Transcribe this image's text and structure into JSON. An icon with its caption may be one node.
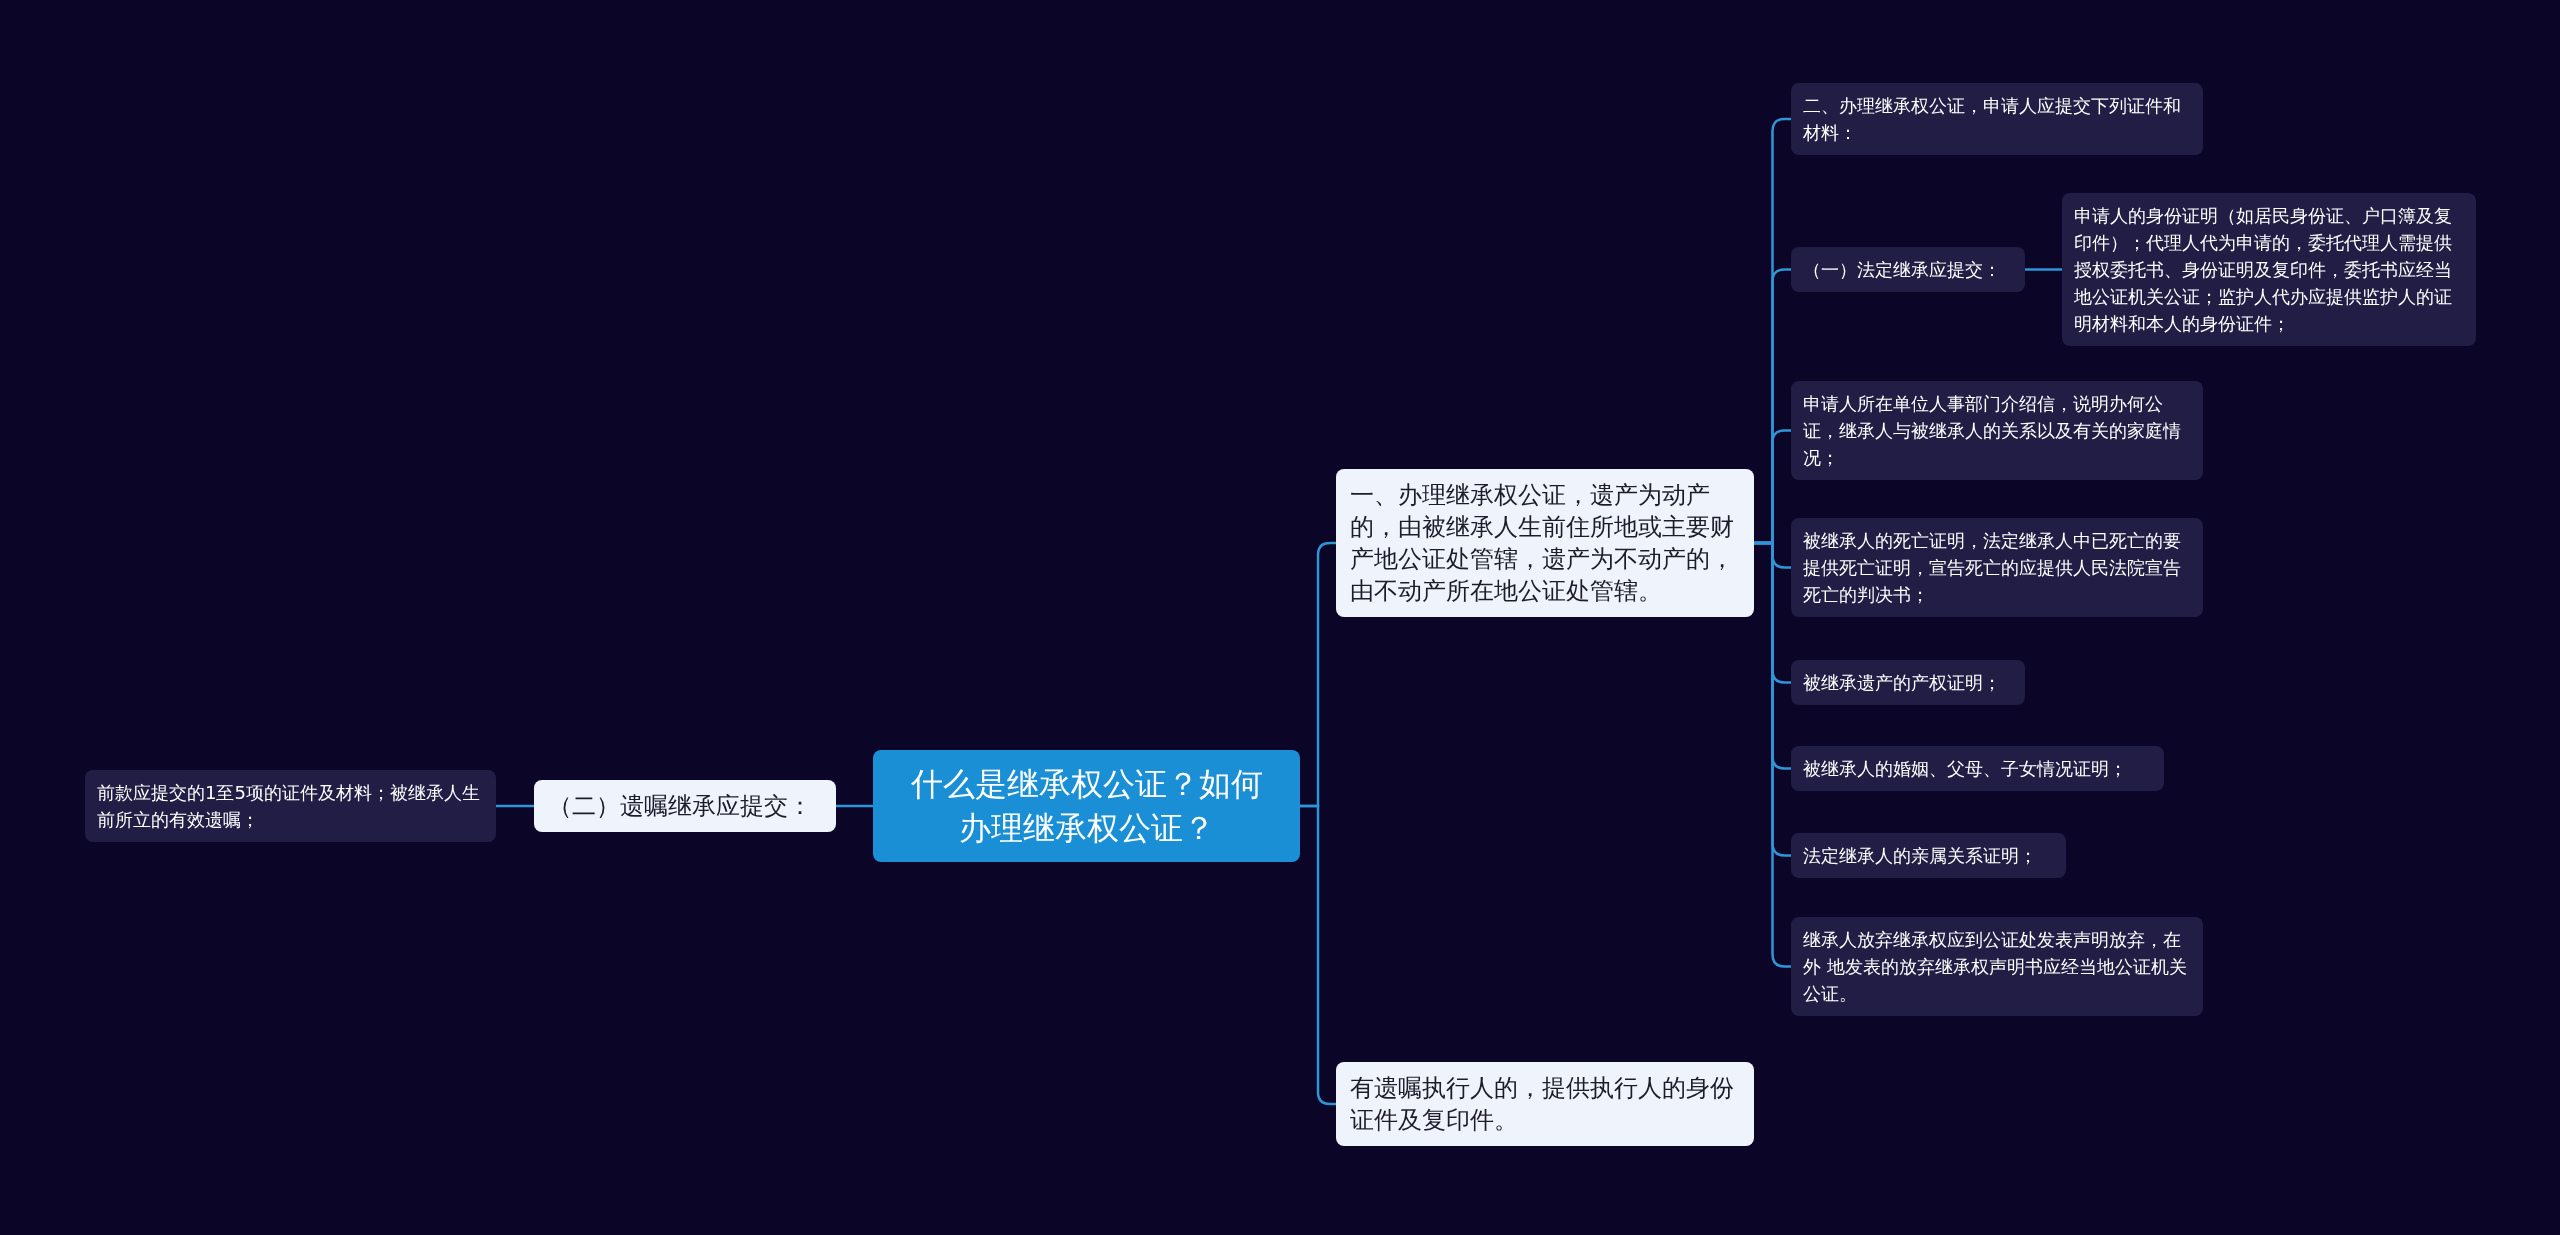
{
  "diagram": {
    "nodes": [
      {
        "text": [
          "什么是继承权公证？如何办理继承权公证？"
        ]
      },
      {
        "text": [
          "一、办理继承权公证，遗产为动产的，由被继承人生前住所地或主要财产地公证处管辖，遗产为不动产的，由不动产所在地公证处管辖。"
        ]
      },
      {
        "text": [
          "二、办理继承权公证，申请人应提交下列证件和材料："
        ]
      },
      {
        "text": [
          "（一）法定继承应提交："
        ]
      },
      {
        "text": [
          "申请人的身份证明（如居民身份证、户口簿及复印件）；代理人代为申请的，委托代理人需提供授权委托书、身份证明及复印件，委托书应经当地公证机关公证；监护人代办应提供监护人的证明材料和本人的身份证件；"
        ]
      },
      {
        "text": [
          "申请人所在单位人事部门介绍信，说明办何公证，继承人与被继承人的关系以及有关的家庭情况；"
        ]
      },
      {
        "text": [
          "被继承人的死亡证明，法定继承人中已死亡的要提供死亡证明，宣告死亡的应提供人民法院宣告死亡的判决书；"
        ]
      },
      {
        "text": [
          "被继承遗产的产权证明；"
        ]
      },
      {
        "text": [
          "被继承人的婚姻、父母、子女情况证明；"
        ]
      },
      {
        "text": [
          "法定继承人的亲属关系证明；"
        ]
      },
      {
        "text": [
          "继承人放弃继承权应到公证处发表声明放弃，在外 地发表的放弃继承权声明书应经当地公证机关公证。"
        ]
      },
      {
        "text": [
          "有遗嘱执行人的，提供执行人的身份证件及复印件。"
        ]
      },
      {
        "text": [
          "（二）遗嘱继承应提交："
        ]
      },
      {
        "text": [
          "前款应提交的1至5项的证件及材料；被继承人生前所立的有效遗嘱；"
        ]
      }
    ],
    "edges": [
      {
        "from": 0,
        "to": 1,
        "arrow": "none"
      },
      {
        "from": 0,
        "to": 11,
        "arrow": "none"
      },
      {
        "from": 0,
        "to": 12,
        "arrow": "none"
      },
      {
        "from": 1,
        "to": 2,
        "arrow": "none"
      },
      {
        "from": 1,
        "to": 3,
        "arrow": "none"
      },
      {
        "from": 3,
        "to": 4,
        "arrow": "none"
      },
      {
        "from": 1,
        "to": 5,
        "arrow": "none"
      },
      {
        "from": 1,
        "to": 6,
        "arrow": "none"
      },
      {
        "from": 1,
        "to": 7,
        "arrow": "none"
      },
      {
        "from": 1,
        "to": 8,
        "arrow": "none"
      },
      {
        "from": 1,
        "to": 9,
        "arrow": "none"
      },
      {
        "from": 1,
        "to": 10,
        "arrow": "none"
      },
      {
        "from": 12,
        "to": 13,
        "arrow": "none"
      }
    ]
  }
}
